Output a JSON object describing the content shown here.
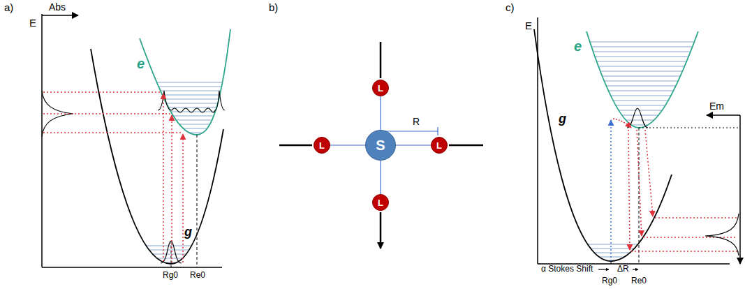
{
  "diagram": {
    "nodes": [
      {
        "text": [
          "L"
        ]
      },
      {
        "text": [
          "L"
        ]
      },
      {
        "text": [
          "S"
        ]
      },
      {
        "text": [
          "L"
        ]
      },
      {
        "text": [
          "L"
        ]
      }
    ],
    "edges": [
      {
        "from": 2,
        "to": 0,
        "arrow": "none"
      },
      {
        "from": 2,
        "to": 1,
        "arrow": "none"
      },
      {
        "from": 2,
        "to": 3,
        "arrow": "none"
      },
      {
        "from": 2,
        "to": 4,
        "arrow": "none"
      }
    ],
    "labels": [
      "a)",
      "E",
      "Abs",
      "e",
      "g",
      "Rg0",
      "Re0",
      "b)",
      "R",
      "c)",
      "E",
      "e",
      "g",
      "Em",
      "α Stokes Shift",
      "ΔR",
      "Rg0",
      "Re0"
    ]
  }
}
